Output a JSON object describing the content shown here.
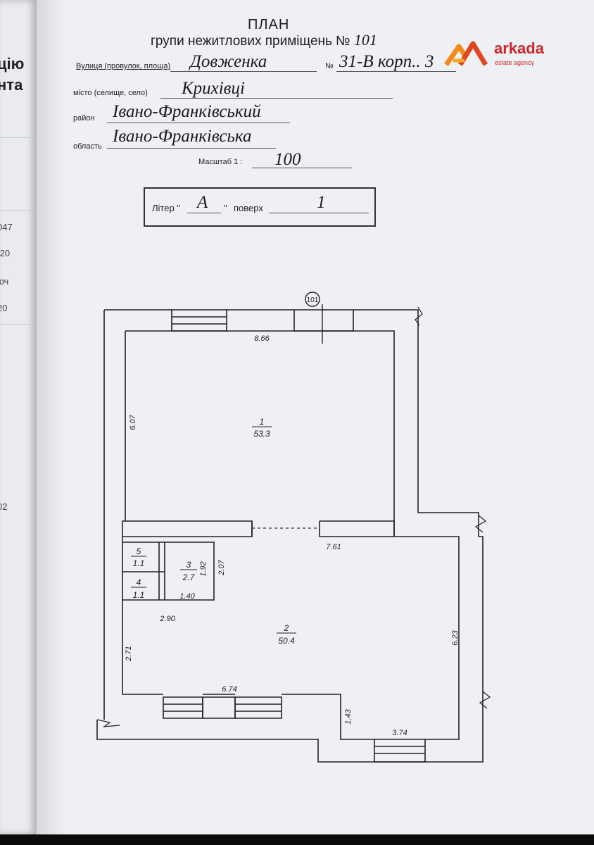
{
  "header": {
    "title": "ПЛАН",
    "subtitle": "групи нежитлових приміщень №",
    "subtitle_number": "101"
  },
  "address": {
    "street_label": "Вулиця (провулок, площа)",
    "street_value": "Довженка",
    "number_label": "№",
    "number_value": "31-В корп.. 3",
    "city_label": "місто (селище, село)",
    "city_value": "Крихівці",
    "district_label": "район",
    "district_value": "Івано-Франківський",
    "region_label": "область",
    "region_value": "Івано-Франківська",
    "scale_label": "Масштаб 1 :",
    "scale_value": "100"
  },
  "letter_box": {
    "liter_label": "Літер",
    "liter_value": "А",
    "floor_label": "поверх",
    "floor_value": "1"
  },
  "logo": {
    "name": "arkada",
    "tagline": "estate agency",
    "brand_color": "#c8262a",
    "accent_color": "#f08a1c"
  },
  "left_page": {
    "fragments": [
      "цію",
      "нта",
      "047",
      ".20",
      "юч",
      "20",
      "02"
    ]
  },
  "floor_plan": {
    "group_marker": "101",
    "rooms": [
      {
        "number": "1",
        "area": "53.3"
      },
      {
        "number": "2",
        "area": "50.4"
      },
      {
        "number": "3",
        "area": "2.7"
      },
      {
        "number": "4",
        "area": "1.1"
      },
      {
        "number": "5",
        "area": "1.1"
      }
    ],
    "dimensions": [
      "8.66",
      "6.07",
      "7.61",
      "1.92",
      "2.07",
      "1.40",
      "2.90",
      "6.23",
      "2.71",
      "6.74",
      "1.43",
      "3.74"
    ]
  }
}
